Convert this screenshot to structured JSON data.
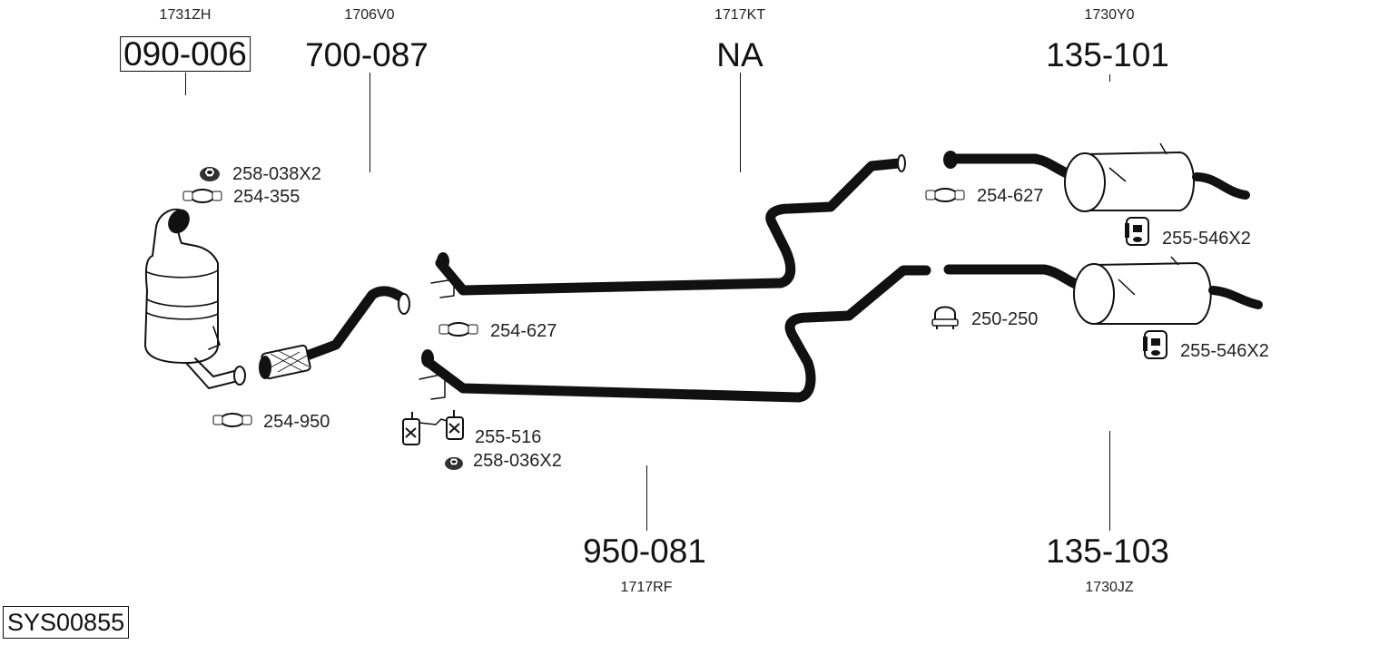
{
  "diagram": {
    "system_id": "SYS00855",
    "main_parts": [
      {
        "name": "catalytic-converter",
        "code": "1731ZH",
        "part_no": "090-006",
        "boxed": true
      },
      {
        "name": "front-pipe",
        "code": "1706V0",
        "part_no": "700-087",
        "boxed": false
      },
      {
        "name": "middle-pipe-upper",
        "code": "1717KT",
        "part_no": "NA",
        "boxed": false
      },
      {
        "name": "rear-silencer-upper",
        "code": "1730Y0",
        "part_no": "135-101",
        "boxed": false
      },
      {
        "name": "middle-pipe-lower",
        "code": "1717RF",
        "part_no": "950-081",
        "boxed": false
      },
      {
        "name": "rear-silencer-lower",
        "code": "1730JZ",
        "part_no": "135-103",
        "boxed": false
      }
    ],
    "accessories": [
      {
        "name": "nut",
        "icon": "nut-icon",
        "part_no": "258-038X2"
      },
      {
        "name": "clamp",
        "icon": "clamp-icon",
        "part_no": "254-355"
      },
      {
        "name": "clamp",
        "icon": "clamp-icon",
        "part_no": "254-950"
      },
      {
        "name": "clamp",
        "icon": "clamp-icon",
        "part_no": "254-627"
      },
      {
        "name": "hanger-bracket",
        "icon": "hanger-bracket-icon",
        "part_no": "255-516"
      },
      {
        "name": "nut",
        "icon": "nut-icon",
        "part_no": "258-036X2"
      },
      {
        "name": "clamp",
        "icon": "clamp-icon",
        "part_no": "254-627"
      },
      {
        "name": "rubber-mount",
        "icon": "rubber-mount-icon",
        "part_no": "255-546X2"
      },
      {
        "name": "u-clamp",
        "icon": "u-clamp-icon",
        "part_no": "250-250"
      },
      {
        "name": "rubber-mount",
        "icon": "rubber-mount-icon",
        "part_no": "255-546X2"
      }
    ]
  }
}
